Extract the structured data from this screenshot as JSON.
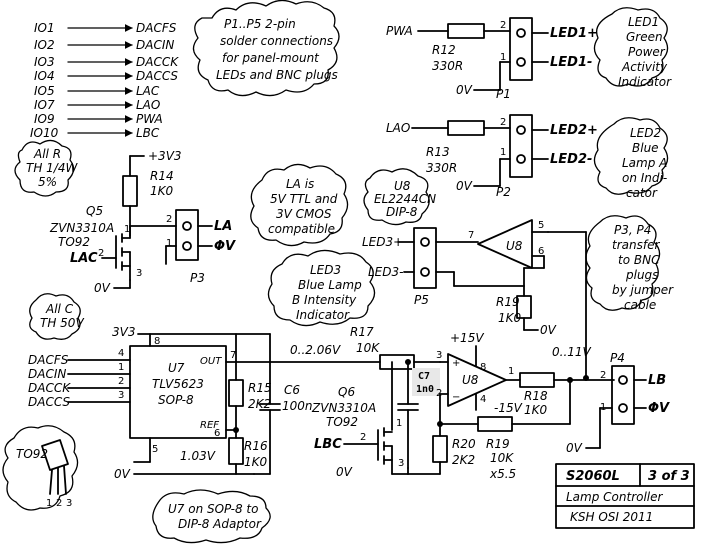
{
  "signal_map": [
    {
      "from": "IO1",
      "to": "DACFS"
    },
    {
      "from": "IO2",
      "to": "DACIN"
    },
    {
      "from": "IO3",
      "to": "DACCK"
    },
    {
      "from": "IO4",
      "to": "DACCS"
    },
    {
      "from": "IO5",
      "to": "LAC"
    },
    {
      "from": "IO7",
      "to": "LAO"
    },
    {
      "from": "IO9",
      "to": "PWA"
    },
    {
      "from": "IO10",
      "to": "LBC"
    }
  ],
  "notes": {
    "p_connections": [
      "P1..P5 2-pin",
      "solder connections",
      "for panel-mount",
      "LEDs and BNC plugs"
    ],
    "all_r": [
      "All R",
      "TH 1/4W",
      "5%"
    ],
    "la_note": [
      "LA is",
      "5V TTL and",
      "3V CMOS",
      "compatible"
    ],
    "u8_note": [
      "U8",
      "EL2244CN",
      "DIP-8"
    ],
    "led3_note": [
      "LED3",
      "Blue Lamp",
      "B Intensity",
      "Indicator"
    ],
    "all_c": [
      "All C",
      "TH 50V"
    ],
    "p3p4_note": [
      "P3, P4",
      "transfer",
      "to BNC",
      "plugs",
      "by jumper",
      "cable"
    ],
    "u7_adaptor": [
      "U7 on SOP-8 to",
      "DIP-8 Adaptor"
    ],
    "led1_note": [
      "LED1",
      "Green",
      "Power",
      "Activity",
      "Indicator"
    ],
    "led2_note": [
      "LED2",
      "Blue",
      "Lamp A",
      "on Indi-",
      "cator"
    ],
    "to92_label": "TO92"
  },
  "labels": {
    "pwa": "PWA",
    "lao": "LAO",
    "r12": "R12",
    "r12_val": "330R",
    "r13": "R13",
    "r13_val": "330R",
    "led1p": "LED1+",
    "led1m": "LED1-",
    "led2p": "LED2+",
    "led2m": "LED2-",
    "p1": "P1",
    "p2": "P2",
    "p3": "P3",
    "p4": "P4",
    "p5": "P5",
    "zero_v": "0V",
    "plus3v3": "+3V3",
    "r14": "R14",
    "r14_val": "1K0",
    "q5": "Q5",
    "q5_part": "ZVN3310A",
    "q5_pkg": "TO92",
    "lac": "LAC",
    "la": "LA",
    "phi_v": "ΦV",
    "led3p": "LED3+",
    "led3m": "LED3-",
    "u8": "U8",
    "r19": "R19",
    "r19_val": "1K0",
    "v3v3": "3V3",
    "r17": "R17",
    "r17_val": "10K",
    "range1": "0..2.06V",
    "plus15v": "+15V",
    "minus15v": "-15V",
    "range2": "0..11V",
    "dacfs": "DACFS",
    "dacin": "DACIN",
    "dacck": "DACCK",
    "daccs": "DACCS",
    "u7": "U7",
    "u7_part": "TLV5623",
    "u7_pkg": "SOP-8",
    "out": "OUT",
    "ref": "REF",
    "r15": "R15",
    "r15_val": "2K2",
    "c6": "C6",
    "c6_val": "100n",
    "r16": "R16",
    "r16_val": "1K0",
    "v103": "1.03V",
    "c7": "C7",
    "c7_val": "1n0",
    "q6": "Q6",
    "q6_part": "ZVN3310A",
    "q6_pkg": "TO92",
    "lbc": "LBC",
    "r18": "R18",
    "r18_val": "1K0",
    "r20": "R20",
    "r20_val": "2K2",
    "r19b": "R19",
    "r19b_val": "10K",
    "gain": "x5.5",
    "lb": "LB",
    "title_id": "S2060L",
    "title_sheet": "3 of 3",
    "title_name": "Lamp Controller",
    "title_author": "KSH OSI 2011"
  }
}
